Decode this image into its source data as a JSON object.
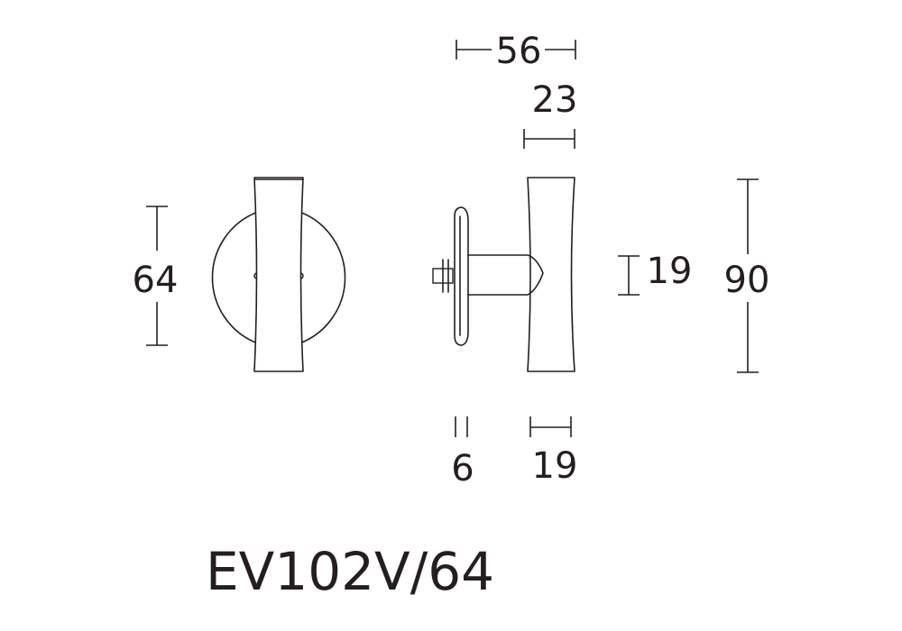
{
  "model_code": "EV102V/64",
  "dimensions": {
    "front_height": "64",
    "overall_depth": "56",
    "handle_depth": "23",
    "stem_height": "19",
    "overall_height": "90",
    "rose_thickness": "6",
    "stem_length": "19"
  },
  "colors": {
    "line": "#231f20",
    "background": "#ffffff"
  }
}
